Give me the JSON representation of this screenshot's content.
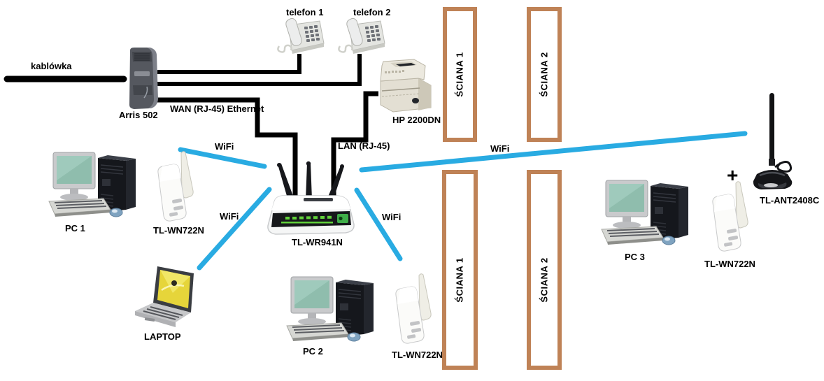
{
  "diagram": {
    "title": "home network diagram",
    "colors": {
      "background": "#ffffff",
      "wifi_line": "#29ABE2",
      "cable_line": "#000000",
      "wall_border": "#BF8256",
      "label_color": "#000000",
      "monitor_screen": "#8FBDAD",
      "laptop_screen": "#E8D salat",
      "router_led": "#66CC33"
    },
    "labels": {
      "kablowka": "kablówka",
      "arris": "Arris 502",
      "telefon1": "telefon 1",
      "telefon2": "telefon 2",
      "wan": "WAN (RJ-45) Ethernet",
      "lan": "LAN (RJ-45)",
      "printer": "HP 2200DN",
      "router": "TL-WR941N",
      "pc1": "PC 1",
      "pc2": "PC 2",
      "pc3": "PC 3",
      "laptop": "LAPTOP",
      "adapter1": "TL-WN722N",
      "adapter2": "TL-WN722N",
      "adapter3": "TL-WN722N",
      "antenna": "TL-ANT2408C",
      "plus": "+",
      "wifi1": "WiFi",
      "wifi2": "WiFi",
      "wifi3": "WiFi",
      "wifi4": "WiFi",
      "wall1_top": "ŚCIANA 1",
      "wall2_top": "ŚCIANA 2",
      "wall1_bottom": "ŚCIANA 1",
      "wall2_bottom": "ŚCIANA 2"
    },
    "connections": [
      {
        "from": "kablówka",
        "to": "Arris 502",
        "type": "coax-cable",
        "label": "kablówka"
      },
      {
        "from": "Arris 502",
        "to": "telefon 1",
        "type": "phone-line",
        "label": ""
      },
      {
        "from": "Arris 502",
        "to": "telefon 2",
        "type": "phone-line",
        "label": ""
      },
      {
        "from": "Arris 502",
        "to": "TL-WR941N",
        "type": "ethernet",
        "label": "WAN (RJ-45) Ethernet"
      },
      {
        "from": "TL-WR941N",
        "to": "HP 2200DN",
        "type": "ethernet",
        "label": "LAN (RJ-45)"
      },
      {
        "from": "TL-WR941N",
        "to": "TL-WN722N @ PC 1",
        "type": "wifi",
        "label": "WiFi"
      },
      {
        "from": "TL-WR941N",
        "to": "LAPTOP",
        "type": "wifi",
        "label": "WiFi"
      },
      {
        "from": "TL-WR941N",
        "to": "TL-WN722N @ PC 2",
        "type": "wifi",
        "label": "WiFi"
      },
      {
        "from": "TL-WR941N",
        "to": "TL-ANT2408C + TL-WN722N @ PC 3",
        "type": "wifi",
        "label": "WiFi"
      }
    ]
  }
}
